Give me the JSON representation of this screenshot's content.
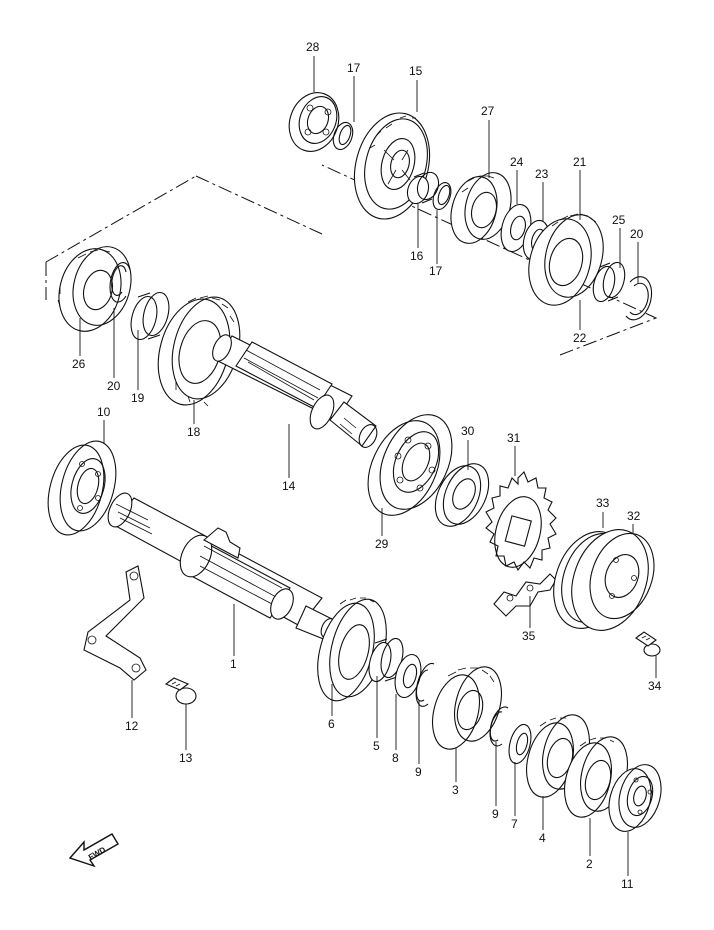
{
  "labels": {
    "p28": "28",
    "p17a": "17",
    "p15": "15",
    "p27": "27",
    "p24": "24",
    "p23": "23",
    "p21": "21",
    "p16": "16",
    "p17b": "17",
    "p25": "25",
    "p20a": "20",
    "p22": "22",
    "p26": "26",
    "p20b": "20",
    "p19": "19",
    "p18": "18",
    "p14": "14",
    "p10": "10",
    "p30": "30",
    "p31": "31",
    "p29": "29",
    "p33": "33",
    "p32": "32",
    "p35": "35",
    "p34": "34",
    "p1": "1",
    "p12": "12",
    "p13": "13",
    "p6": "6",
    "p5": "5",
    "p8": "8",
    "p9a": "9",
    "p3": "3",
    "p9b": "9",
    "p7": "7",
    "p4": "4",
    "p2": "2",
    "p11": "11"
  },
  "fwd_label": "FWD"
}
